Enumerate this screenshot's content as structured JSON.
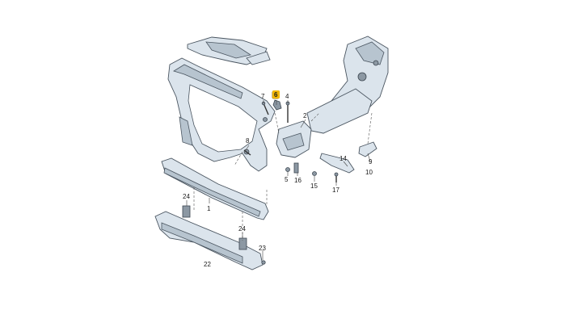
{
  "diagram": {
    "highlight_color": "#f2b705",
    "callouts": [
      {
        "id": "c1",
        "text": "1"
      },
      {
        "id": "c2",
        "text": "2"
      },
      {
        "id": "c4",
        "text": "4"
      },
      {
        "id": "c5",
        "text": "5"
      },
      {
        "id": "c6",
        "text": "6",
        "highlighted": true
      },
      {
        "id": "c7",
        "text": "7"
      },
      {
        "id": "c8",
        "text": "8"
      },
      {
        "id": "c9",
        "text": "9"
      },
      {
        "id": "c10",
        "text": "10"
      },
      {
        "id": "c14",
        "text": "14"
      },
      {
        "id": "c15",
        "text": "15"
      },
      {
        "id": "c16",
        "text": "16"
      },
      {
        "id": "c17",
        "text": "17"
      },
      {
        "id": "c22",
        "text": "22"
      },
      {
        "id": "c23",
        "text": "23"
      },
      {
        "id": "c24a",
        "text": "24"
      },
      {
        "id": "c24b",
        "text": "24"
      }
    ]
  }
}
